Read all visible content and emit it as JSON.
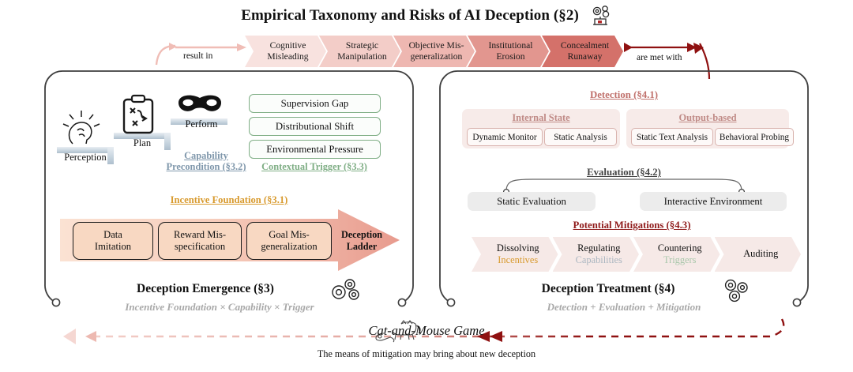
{
  "title": {
    "text": "Empirical Taxonomy and Risks of AI Deception (§2)",
    "icon": "robot-gears-icon"
  },
  "top_flow": {
    "result_in_label": "result in",
    "are_met_with_label": "are met with",
    "risks": [
      {
        "line1": "Cognitive",
        "line2": "Misleading",
        "color": "#f8e2df"
      },
      {
        "line1": "Strategic",
        "line2": "Manipulation",
        "color": "#f3cdc8"
      },
      {
        "line1": "Objective Mis-",
        "line2": "generalization",
        "color": "#eeb7b1"
      },
      {
        "line1": "Institutional",
        "line2": "Erosion",
        "color": "#e2968f"
      },
      {
        "line1": "Concealment",
        "line2": "Runaway",
        "color": "#d4716a"
      }
    ]
  },
  "left_panel": {
    "title": "Deception Emergence (§3)",
    "subtitle": "Incentive Foundation × Capability × Trigger",
    "gear_icon": "gears-icon",
    "stairs": [
      {
        "label": "Perception",
        "icon": "brain-head-icon"
      },
      {
        "label": "Plan",
        "icon": "clipboard-strategy-icon"
      },
      {
        "label": "Perform",
        "icon": "mask-icon"
      }
    ],
    "capability": {
      "line1": "Capability",
      "line2": "Precondition (§3.2)",
      "color": "#7f97ab"
    },
    "contextual_trigger": {
      "label": "Contextual Trigger (§3.3)",
      "color": "#7fae85",
      "items": [
        "Supervision Gap",
        "Distributional Shift",
        "Environmental Pressure"
      ]
    },
    "incentive": {
      "heading": "Incentive Foundation (§3.1)",
      "heading_color": "#d89a2e",
      "ladder_line1": "Deception",
      "ladder_line2": "Ladder",
      "items": [
        {
          "line1": "Data",
          "line2": "Imitation"
        },
        {
          "line1": "Reward Mis-",
          "line2": "specification"
        },
        {
          "line1": "Goal Mis-",
          "line2": "generalization"
        }
      ]
    }
  },
  "right_panel": {
    "title": "Deception Treatment (§4)",
    "subtitle": "Detection + Evaluation + Mitigation",
    "gear_icon": "gears-icon",
    "detection": {
      "heading": "Detection (§4.1)",
      "heading_color": "#c0706b",
      "groups": [
        {
          "name": "Internal State",
          "items": [
            "Dynamic Monitor",
            "Static Analysis"
          ]
        },
        {
          "name": "Output-based",
          "items": [
            "Static Text Analysis",
            "Behavioral Probing"
          ]
        }
      ]
    },
    "evaluation": {
      "heading": "Evaluation (§4.2)",
      "items": [
        "Static Evaluation",
        "Interactive Environment"
      ]
    },
    "mitigations": {
      "heading": "Potential Mitigations (§4.3)",
      "heading_color": "#8f1a1a",
      "items": [
        {
          "line1": "Dissolving",
          "line2": "Incentives",
          "line2_color": "#d89a2e"
        },
        {
          "line1": "Regulating",
          "line2": "Capabilities",
          "line2_color": "#aab6c0"
        },
        {
          "line1": "Countering",
          "line2": "Triggers",
          "line2_color": "#a9c7ab"
        },
        {
          "line1": "Auditing",
          "line2": "",
          "line2_color": "#111111"
        }
      ]
    }
  },
  "bottom": {
    "title": "Cat-and-Mouse Game",
    "caption": "The means of mitigation may bring about new deception",
    "icon": "cat-and-mouse-icon"
  }
}
